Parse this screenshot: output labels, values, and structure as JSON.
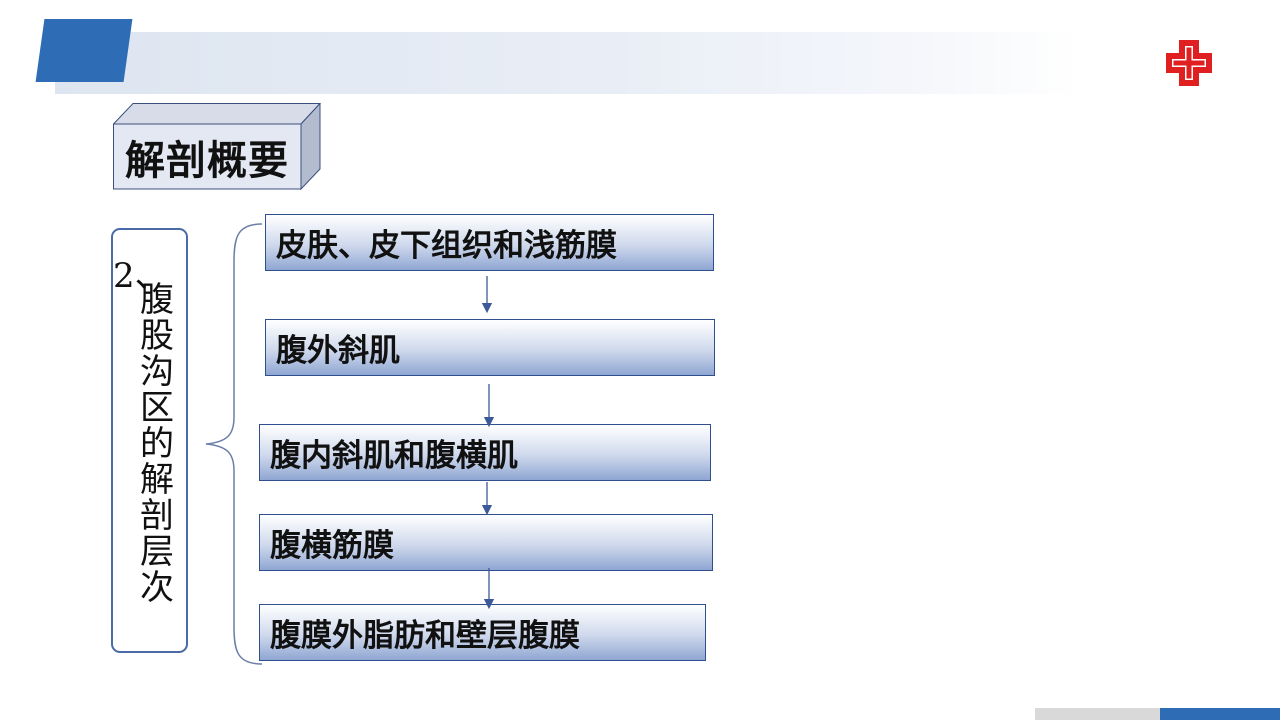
{
  "slide": {
    "title": "解剖概要",
    "section_number": "2、",
    "section_title": "腹股沟区的解剖层次",
    "layers": [
      {
        "label": "皮肤、皮下组织和浅筋膜"
      },
      {
        "label": "腹外斜肌"
      },
      {
        "label": "腹内斜肌和腹横肌"
      },
      {
        "label": "腹横筋膜"
      },
      {
        "label": "腹膜外脂肪和壁层腹膜"
      }
    ]
  },
  "icons": {
    "logo": "red-cross-icon"
  },
  "colors": {
    "accent": "#2e6db5",
    "logo": "#e02020",
    "box_border": "#2f4f8f"
  }
}
